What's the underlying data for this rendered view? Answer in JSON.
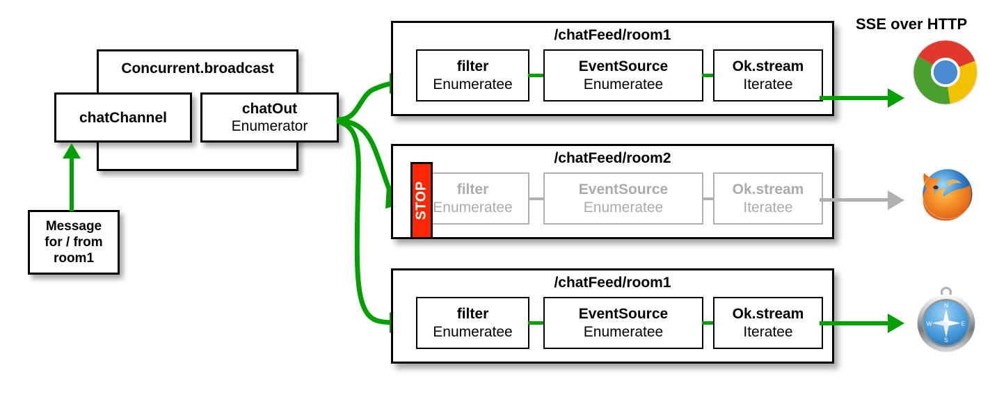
{
  "diagram": {
    "title_label": "SSE over HTTP",
    "broadcast": {
      "name": "Concurrent.broadcast",
      "chat_channel": {
        "name": "chatChannel",
        "type": ""
      },
      "chat_out": {
        "name": "chatOut",
        "type": "Enumerator"
      }
    },
    "message_box": {
      "line1": "Message",
      "line2": "for / from",
      "line3": "room1"
    },
    "stop_marker": {
      "label": "STOP",
      "color": "#ff2600"
    },
    "colors": {
      "active_flow": "#00a000",
      "inactive_flow": "#b0b0b0",
      "stop": "#ff2600",
      "box_border": "#000000",
      "disabled_text": "#ababab"
    },
    "feeds": [
      {
        "title": "/chatFeed/room1",
        "state": "active",
        "stages": [
          {
            "name": "filter",
            "type": "Enumeratee"
          },
          {
            "name": "EventSource",
            "type": "Enumeratee"
          },
          {
            "name": "Ok.stream",
            "type": "Iteratee"
          }
        ],
        "client": "chrome"
      },
      {
        "title": "/chatFeed/room2",
        "state": "stopped",
        "stages": [
          {
            "name": "filter",
            "type": "Enumeratee"
          },
          {
            "name": "EventSource",
            "type": "Enumeratee"
          },
          {
            "name": "Ok.stream",
            "type": "Iteratee"
          }
        ],
        "client": "firefox"
      },
      {
        "title": "/chatFeed/room1",
        "state": "active",
        "stages": [
          {
            "name": "filter",
            "type": "Enumeratee"
          },
          {
            "name": "EventSource",
            "type": "Enumeratee"
          },
          {
            "name": "Ok.stream",
            "type": "Iteratee"
          }
        ],
        "client": "safari"
      }
    ],
    "clients": [
      {
        "id": "chrome",
        "name": "chrome-browser-icon"
      },
      {
        "id": "firefox",
        "name": "firefox-browser-icon"
      },
      {
        "id": "safari",
        "name": "safari-browser-icon"
      }
    ]
  }
}
